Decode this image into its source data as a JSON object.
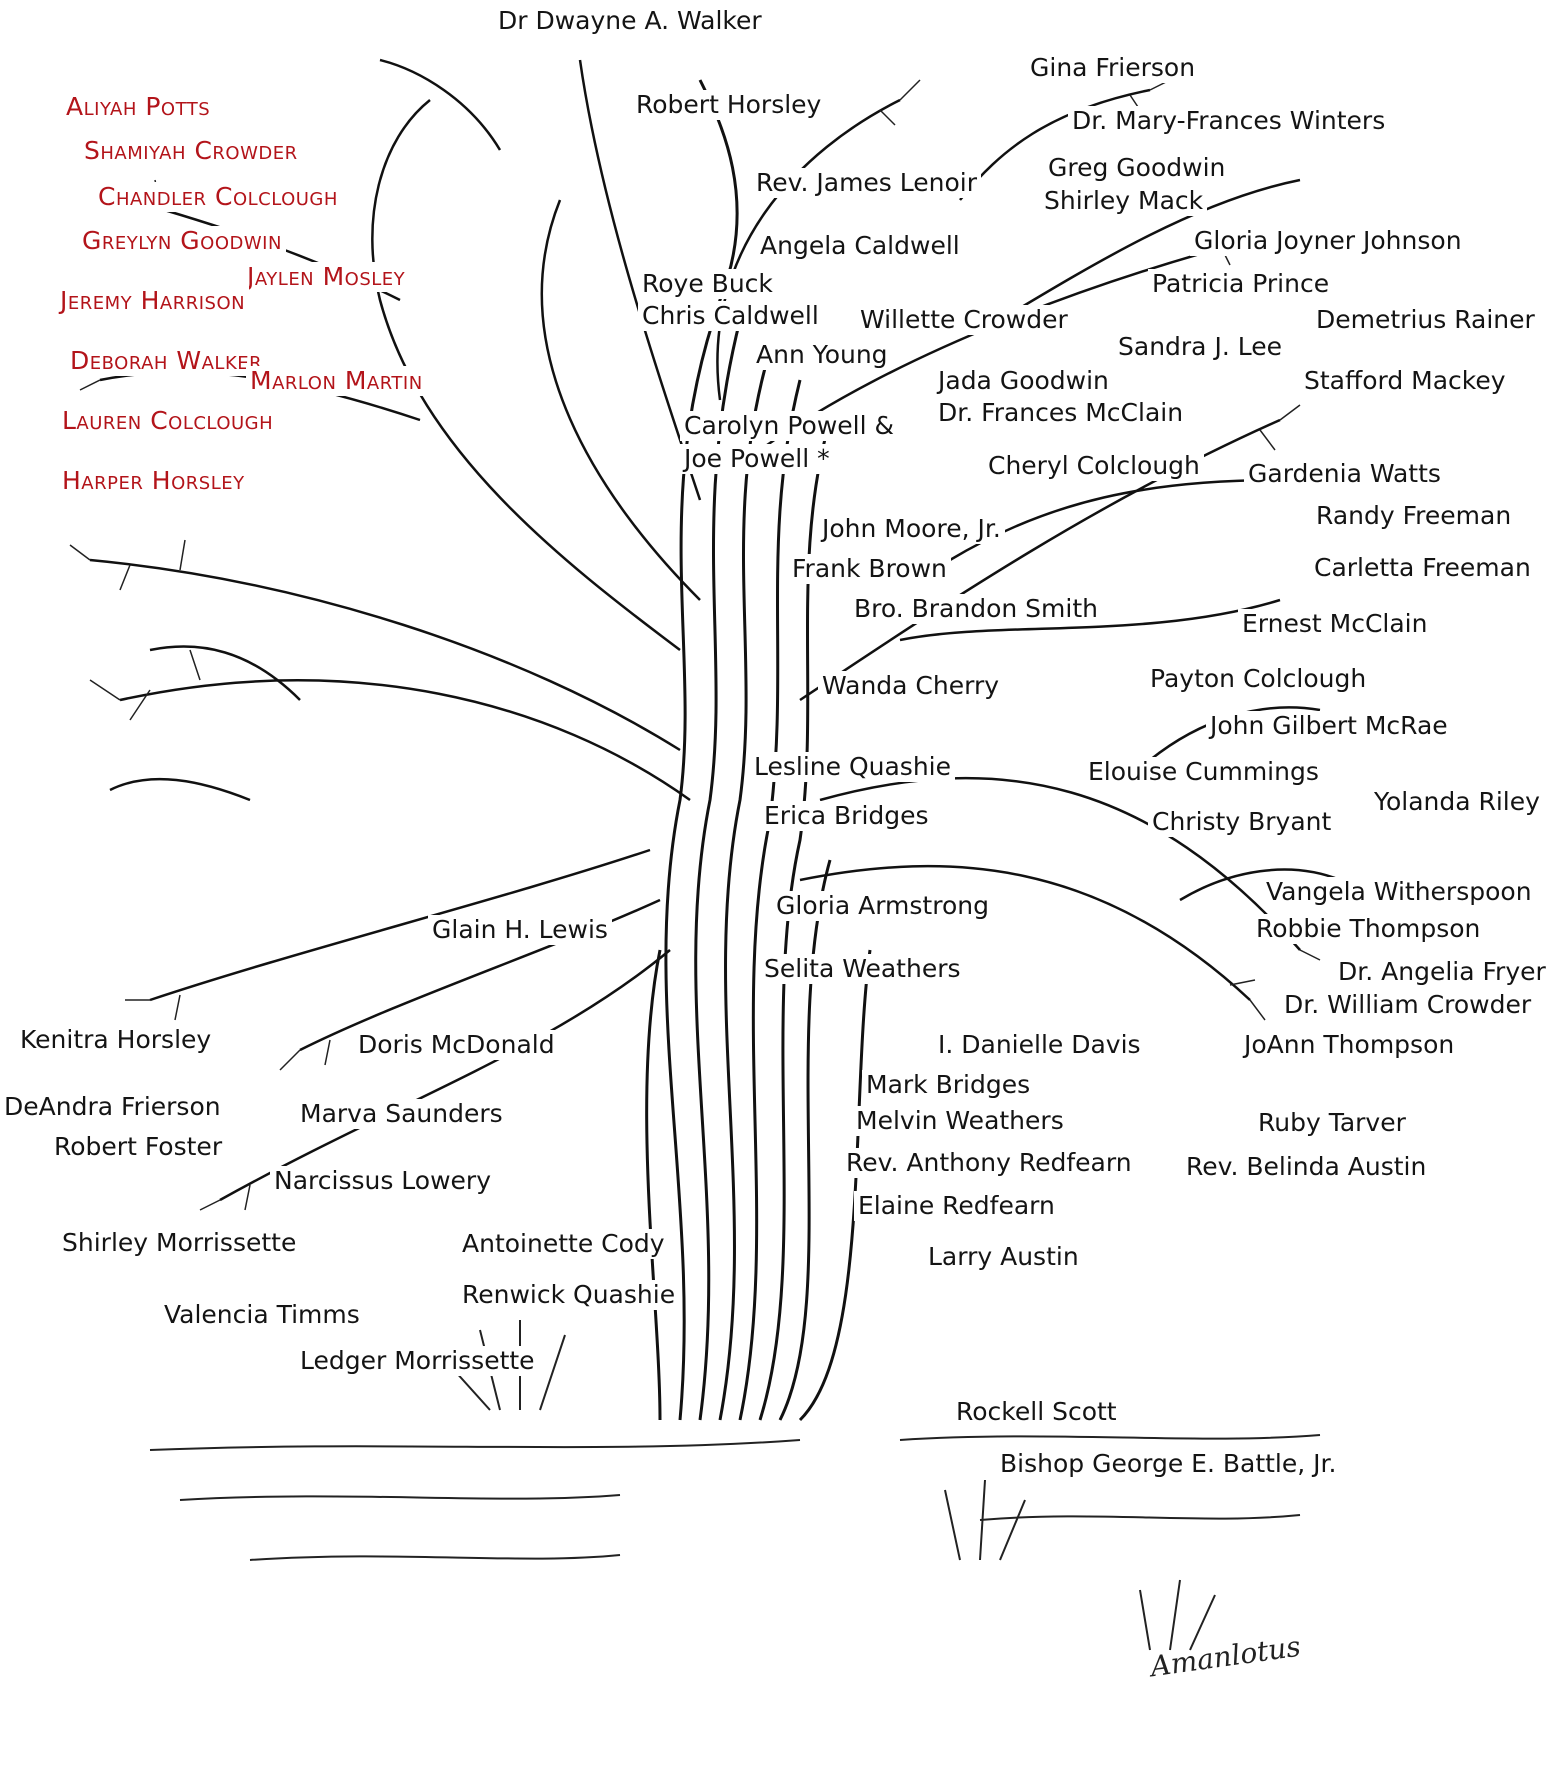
{
  "signature": "Amanlotus",
  "colors": {
    "ink": "#141414",
    "accent_red": "#b3141a",
    "background": "#ffffff"
  },
  "names_red": [
    "Aliyah Potts",
    "Shamiyah Crowder",
    "Chandler Colclough",
    "Greylyn Goodwin",
    "Jaylen  Mosley",
    "Jeremy Harrison",
    "Deborah Walker",
    "Marlon  Martin",
    "Lauren Colclough",
    "Harper Horsley"
  ],
  "names": [
    "Dr Dwayne A. Walker",
    "Robert Horsley",
    "Gina Frierson",
    "Dr. Mary-Frances Winters",
    "Rev. James Lenoir",
    "Greg Goodwin",
    "Shirley Mack",
    "Angela Caldwell",
    "Gloria Joyner Johnson",
    "Roye Buck",
    "Chris Caldwell",
    "Patricia Prince",
    "Willette Crowder",
    "Demetrius Rainer",
    "Ann Young",
    "Sandra J. Lee",
    "Jada Goodwin",
    "Stafford Mackey",
    "Dr. Frances McClain",
    "Carolyn Powell &",
    "Joe Powell *",
    "Cheryl Colclough",
    "Gardenia Watts",
    "John Moore, Jr.",
    "Randy Freeman",
    "Frank Brown",
    "Carletta Freeman",
    "Bro. Brandon Smith",
    "Ernest McClain",
    "Wanda Cherry",
    "Payton Colclough",
    "John Gilbert McRae",
    "Lesline Quashie",
    "Elouise Cummings",
    "Yolanda Riley",
    "Erica Bridges",
    "Christy Bryant",
    "Vangela Witherspoon",
    "Gloria Armstrong",
    "Robbie Thompson",
    "Glain H. Lewis",
    "Selita Weathers",
    "Dr. Angelia Fryer",
    "Dr. William Crowder",
    "Kenitra Horsley",
    "Doris McDonald",
    "I. Danielle Davis",
    "JoAnn Thompson",
    "Mark Bridges",
    "DeAndra Frierson",
    "Marva Saunders",
    "Melvin Weathers",
    "Ruby Tarver",
    "Robert Foster",
    "Rev. Anthony Redfearn",
    "Rev. Belinda Austin",
    "Narcissus Lowery",
    "Elaine Redfearn",
    "Shirley Morrissette",
    "Antoinette Cody",
    "Larry Austin",
    "Renwick Quashie",
    "Valencia Timms",
    "Ledger Morrissette",
    "Rockell Scott",
    "Bishop George E. Battle, Jr."
  ]
}
